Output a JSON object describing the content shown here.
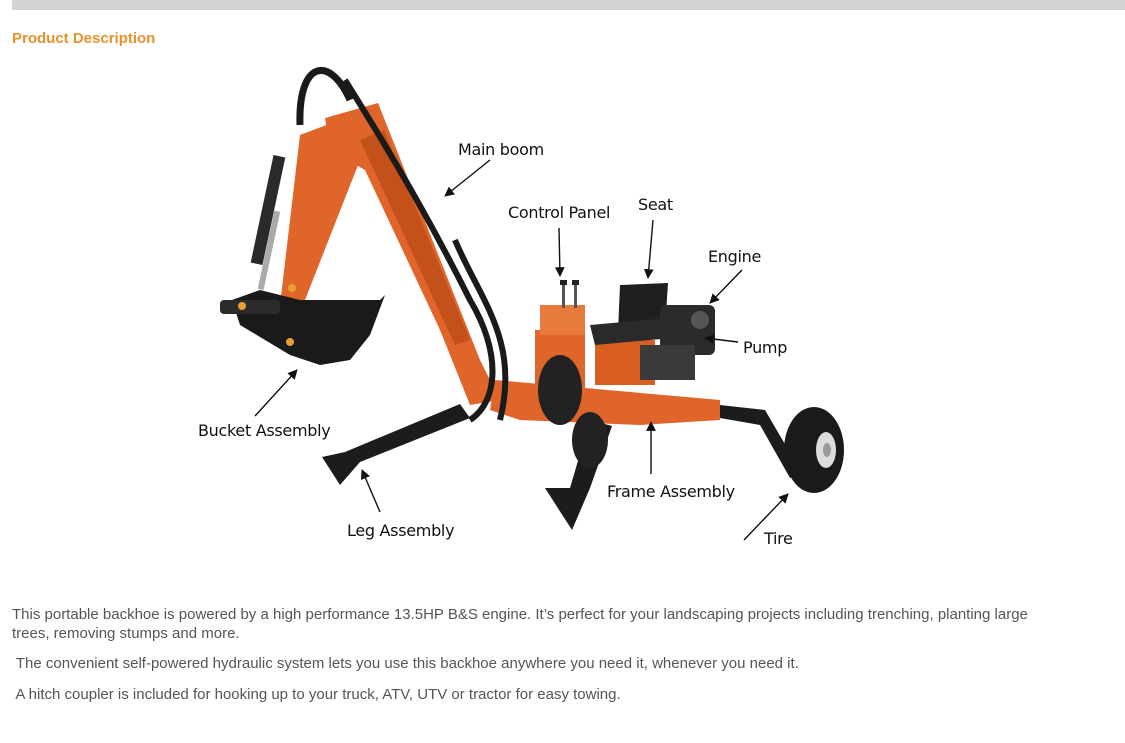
{
  "section": {
    "title": "Product Description"
  },
  "figure": {
    "labels": {
      "main_boom": "Main boom",
      "control_panel": "Control Panel",
      "seat": "Seat",
      "engine": "Engine",
      "pump": "Pump",
      "bucket_assembly": "Bucket Assembly",
      "frame_assembly": "Frame Assembly",
      "leg_assembly": "Leg Assembly",
      "tire": "Tire"
    },
    "colors": {
      "frame_orange": "#e0652a",
      "black": "#1a1a1a"
    }
  },
  "description": {
    "p1": "This portable backhoe is powered by a high performance 13.5HP B&S engine. It’s perfect for your landscaping projects including trenching, planting large trees, removing stumps and more.",
    "p2": " The convenient self-powered hydraulic system lets you use this backhoe anywhere you need it, whenever you need it.",
    "p3": " A hitch coupler is included for hooking up to your truck, ATV, UTV or tractor for easy towing."
  }
}
